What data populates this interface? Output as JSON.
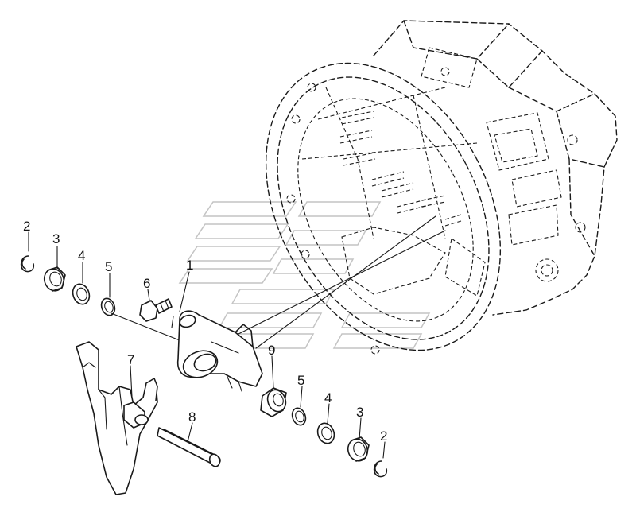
{
  "diagram": {
    "callouts": {
      "c1": "1",
      "c2a": "2",
      "c2b": "2",
      "c3a": "3",
      "c3b": "3",
      "c4a": "4",
      "c4b": "4",
      "c5a": "5",
      "c5b": "5",
      "c6": "6",
      "c7": "7",
      "c8": "8",
      "c9": "9"
    }
  }
}
